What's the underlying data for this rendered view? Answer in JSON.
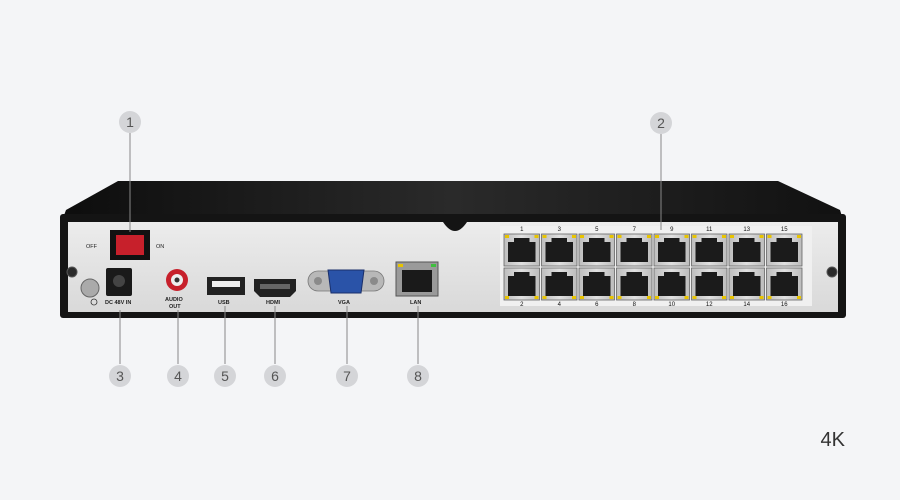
{
  "callouts": [
    "1",
    "2",
    "3",
    "4",
    "5",
    "6",
    "7",
    "8"
  ],
  "switch": {
    "off": "OFF",
    "on": "ON"
  },
  "ports": {
    "dc": "DC 48V IN",
    "audio_line1": "AUDIO",
    "audio_line2": "OUT",
    "usb": "USB",
    "hdmi": "HDMI",
    "vga": "VGA",
    "lan": "LAN"
  },
  "poe_top": [
    "1",
    "3",
    "5",
    "7",
    "9",
    "11",
    "13",
    "15"
  ],
  "poe_bottom": [
    "2",
    "4",
    "6",
    "8",
    "10",
    "12",
    "14",
    "16"
  ],
  "badge": "4K",
  "colors": {
    "background": "#f4f5f7",
    "callout_fill": "#d4d5d8",
    "switch_red": "#c7202b",
    "led": "#e8c400"
  }
}
